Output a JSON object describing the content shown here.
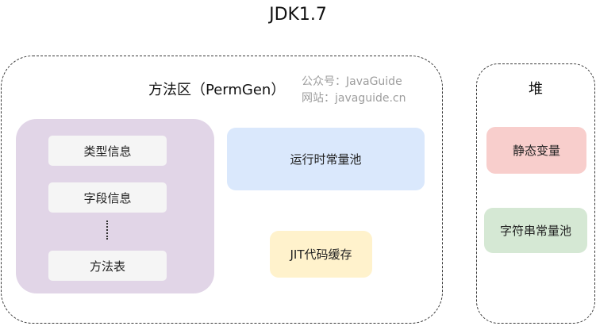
{
  "title": "JDK1.7",
  "method_area": {
    "label": "方法区（PermGen）",
    "class_info_items": [
      "类型信息",
      "字段信息",
      "方法表"
    ],
    "runtime_constant_pool": "运行时常量池",
    "jit_cache": "JIT代码缓存"
  },
  "watermark": {
    "line1": "公众号：JavaGuide",
    "line2": "网站：javaguide.cn"
  },
  "heap": {
    "label": "堆",
    "static_vars": "静态变量",
    "string_pool": "字符串常量池"
  },
  "colors": {
    "class_info_bg": "#e1d5e7",
    "item_bg": "#f5f5f5",
    "runtime_pool_bg": "#dae8fc",
    "jit_bg": "#fff2cc",
    "static_vars_bg": "#f8cecc",
    "string_pool_bg": "#d5e8d4"
  }
}
